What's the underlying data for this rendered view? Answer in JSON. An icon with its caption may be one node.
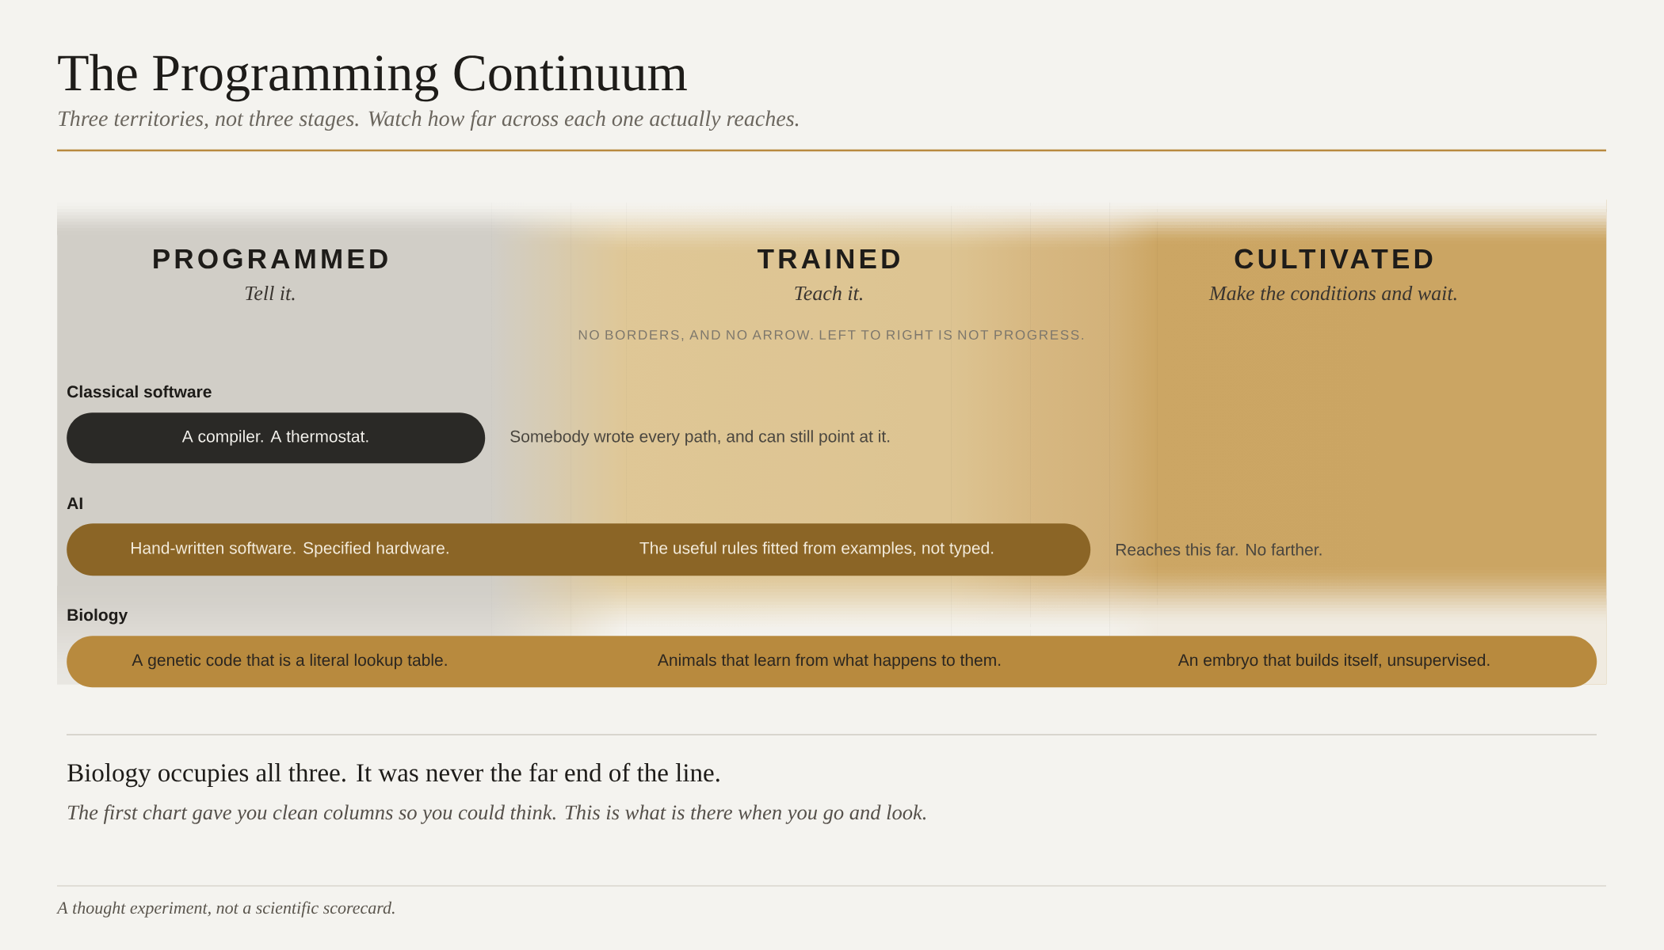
{
  "diagram": {
    "title": "The Programming Continuum",
    "nodes": [
      {
        "text": [
          "PROGRAMMED",
          "Tell it."
        ]
      },
      {
        "text": [
          "TRAINED",
          "Teach it."
        ]
      },
      {
        "text": [
          "CULTIVATED",
          "Make the conditions and wait."
        ]
      },
      {
        "text": [
          "A compiler. A thermostat."
        ],
        "in": 0
      },
      {
        "text": [
          "Hand-written software. Specified hardware.",
          "The useful rules fitted from examples, not typed."
        ]
      },
      {
        "text": [
          "A genetic code that is a literal lookup table.",
          "Animals that learn from what happens to them.",
          "An embryo that builds itself, unsupervised."
        ]
      }
    ],
    "labels": [
      "Three territories, not three stages. Watch how far across each one actually reaches.",
      "NO BORDERS, AND NO ARROW. LEFT TO RIGHT IS NOT PROGRESS.",
      "Classical software",
      "Somebody wrote every path, and can still point at it.",
      "AI",
      "Reaches this far. No farther.",
      "Biology",
      "Biology occupies all three. It was never the far end of the line.",
      "The first chart gave you clean columns so you could think. This is what is there when you go and look.",
      "A thought experiment, not a scientific scorecard."
    ]
  }
}
